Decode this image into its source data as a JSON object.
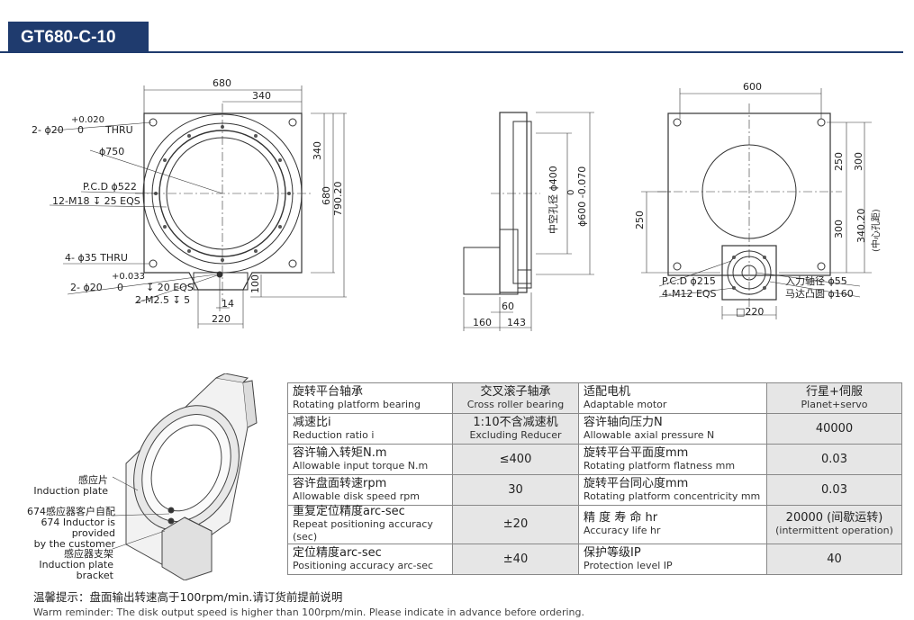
{
  "header": {
    "model": "GT680-C-10"
  },
  "front_view": {
    "width_total": "680",
    "width_half": "340",
    "hole_2x": "2- ϕ20",
    "hole_2x_tol_upper": "+0.020",
    "hole_2x_tol_lower": "0",
    "hole_2x_thru": "THRU",
    "dia_750": "ϕ750",
    "pcd_522": "P.C.D ϕ522",
    "thread_12": "12-M18 ↧ 25 EQS",
    "hole_4x": "4-  ϕ35 THRU",
    "hole_2x_b": "2- ϕ20",
    "hole_2x_b_tol_upper": "+0.033",
    "hole_2x_b_tol_lower": "0",
    "hole_2x_b_depth": "↧ 20 EQS",
    "thread_m25": "2-M2.5 ↧ 5",
    "dim_340_v": "340",
    "dim_680_v": "680",
    "dim_790": "790.20",
    "dim_100": "100",
    "dim_14": "14",
    "dim_220": "220"
  },
  "side_view": {
    "bore_label": "中空孔径 ϕ400",
    "bore_tol_label": "ϕ600 -0.070",
    "bore_tol_zero": "0",
    "dim_60": "60",
    "dim_160": "160",
    "dim_143": "143"
  },
  "back_view": {
    "width_600": "600",
    "dim_250_a": "250",
    "dim_300_a": "300",
    "dim_250_b": "250",
    "dim_300_b": "300",
    "dim_340": "340.20",
    "center_hole": "(中心孔距)",
    "pcd_215": "P.C.D ϕ215",
    "thread_m12": "4-M12 EQS",
    "input_shaft": "入力轴径 ϕ55",
    "motor_boss": "马达凸圆 ϕ160",
    "square_220": "□220"
  },
  "callouts": {
    "induction_plate_zh": "感应片",
    "induction_plate_en": "Induction plate",
    "inductor_zh": "674感应器客户自配",
    "inductor_en1": "674 Inductor is provided",
    "inductor_en2": "by the customer",
    "bracket_zh": "感应器支架",
    "bracket_en": "Induction plate bracket"
  },
  "specs": [
    {
      "l1_zh": "旋转平台轴承",
      "l1_en": "Rotating platform bearing",
      "v1_zh": "交叉滚子轴承",
      "v1_en": "Cross roller bearing",
      "l2_zh": "适配电机",
      "l2_en": "Adaptable motor",
      "v2_zh": "行星+伺服",
      "v2_en": "Planet+servo"
    },
    {
      "l1_zh": "减速比i",
      "l1_en": "Reduction ratio i",
      "v1_zh": "1:10不含减速机",
      "v1_en": "Excluding Reducer",
      "l2_zh": "容许轴向压力N",
      "l2_en": "Allowable axial pressure N",
      "v2_zh": "40000",
      "v2_en": ""
    },
    {
      "l1_zh": "容许输入转矩N.m",
      "l1_en": "Allowable input torque N.m",
      "v1_zh": "≤400",
      "v1_en": "",
      "l2_zh": "旋转平台平面度mm",
      "l2_en": "Rotating platform flatness mm",
      "v2_zh": "0.03",
      "v2_en": ""
    },
    {
      "l1_zh": "容许盘面转速rpm",
      "l1_en": "Allowable disk speed rpm",
      "v1_zh": "30",
      "v1_en": "",
      "l2_zh": "旋转平台同心度mm",
      "l2_en": "Rotating platform concentricity mm",
      "v2_zh": "0.03",
      "v2_en": ""
    },
    {
      "l1_zh": "重复定位精度arc-sec",
      "l1_en": "Repeat positioning accuracy (sec)",
      "v1_zh": "±20",
      "v1_en": "",
      "l2_zh": "精 度 寿 命 hr",
      "l2_en": "Accuracy life hr",
      "v2_zh": "20000 (间歇运转)",
      "v2_en": "(intermittent operation)"
    },
    {
      "l1_zh": "定位精度arc-sec",
      "l1_en": "Positioning accuracy arc-sec",
      "v1_zh": "±40",
      "v1_en": "",
      "l2_zh": "保护等级IP",
      "l2_en": "Protection level IP",
      "v2_zh": "40",
      "v2_en": ""
    }
  ],
  "notes": {
    "zh": "温馨提示：盘面输出转速高于100rpm/min.请订货前提前说明",
    "en": "Warm reminder: The disk output speed is higher than 100rpm/min. Please indicate in advance before ordering."
  }
}
